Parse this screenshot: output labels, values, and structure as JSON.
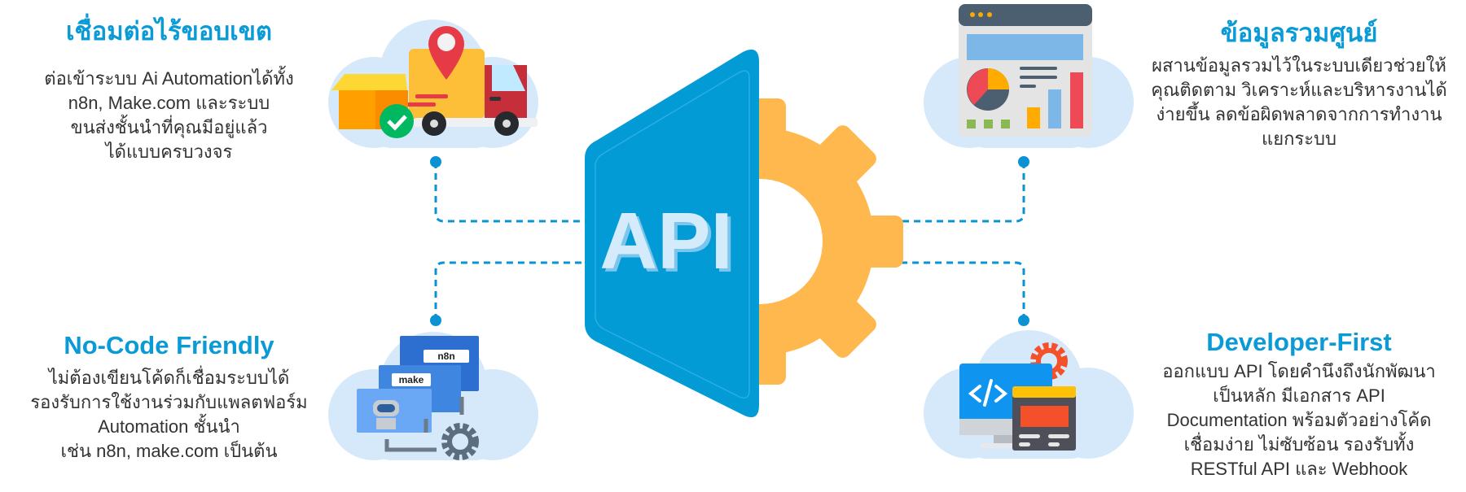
{
  "center": {
    "label": "API"
  },
  "features": {
    "top_left": {
      "title": "เชื่อมต่อไร้ขอบเขต",
      "lines": [
        "ต่อเข้าระบบ Ai Automationได้ทั้ง",
        "n8n, Make.com และระบบ",
        "ขนส่งชั้นนำที่คุณมีอยู่แล้ว",
        "ได้แบบครบวงจร"
      ],
      "icon": "delivery-truck-icon"
    },
    "top_right": {
      "title": "ข้อมูลรวมศูนย์",
      "lines": [
        "ผสานข้อมูลรวมไว้ในระบบเดียวช่วยให้",
        "คุณติดตาม วิเคราะห์และบริหารงานได้",
        "ง่ายขึ้น ลดข้อผิดพลาดจากการทำงาน",
        "แยกระบบ"
      ],
      "icon": "dashboard-icon"
    },
    "bottom_left": {
      "title": "No-Code Friendly",
      "lines": [
        "ไม่ต้องเขียนโค้ดก็เชื่อมระบบได้",
        "รองรับการใช้งานร่วมกับแพลตฟอร์ม",
        "Automation ชั้นนำ",
        "เช่น n8n, make.com เป็นต้น"
      ],
      "icon": "automation-windows-icon",
      "badges": {
        "n8n": "n8n",
        "make": "make"
      }
    },
    "bottom_right": {
      "title": "Developer-First",
      "lines": [
        "ออกแบบ API โดยคำนึงถึงนักพัฒนา",
        "เป็นหลัก มีเอกสาร API",
        "Documentation พร้อมตัวอย่างโค้ด",
        "เชื่อมง่าย ไม่ซับซ้อน รองรับทั้ง",
        "RESTful API และ Webhook"
      ],
      "icon": "developer-code-icon"
    }
  },
  "colors": {
    "title": "#0a9bd7",
    "body_text": "#333333",
    "cloud": "#d5e9fa",
    "shield": "#039bd6",
    "gear": "#ffb84d",
    "connector": "#0a93d4"
  }
}
